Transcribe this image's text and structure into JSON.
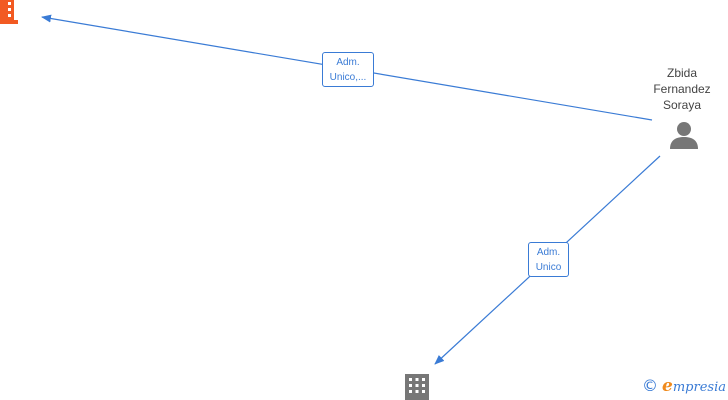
{
  "nodes": {
    "person": {
      "name_lines": [
        "Zbida",
        "Fernandez",
        "Soraya"
      ],
      "icon": "person-icon"
    },
    "company_top_left": {
      "icon": "building-icon",
      "color": "#f25a22"
    },
    "company_bottom": {
      "icon": "building-icon",
      "color": "#777777"
    }
  },
  "edges": [
    {
      "label_lines": [
        "Adm.",
        "Unico,..."
      ],
      "from": "person",
      "to": "company_top_left"
    },
    {
      "label_lines": [
        "Adm.",
        "Unico"
      ],
      "from": "person",
      "to": "company_bottom"
    }
  ],
  "colors": {
    "edge": "#3a7bd5",
    "person_icon": "#777777"
  },
  "watermark": {
    "copyright_symbol": "©",
    "brand_initial": "e",
    "brand_rest": "mpresia"
  }
}
